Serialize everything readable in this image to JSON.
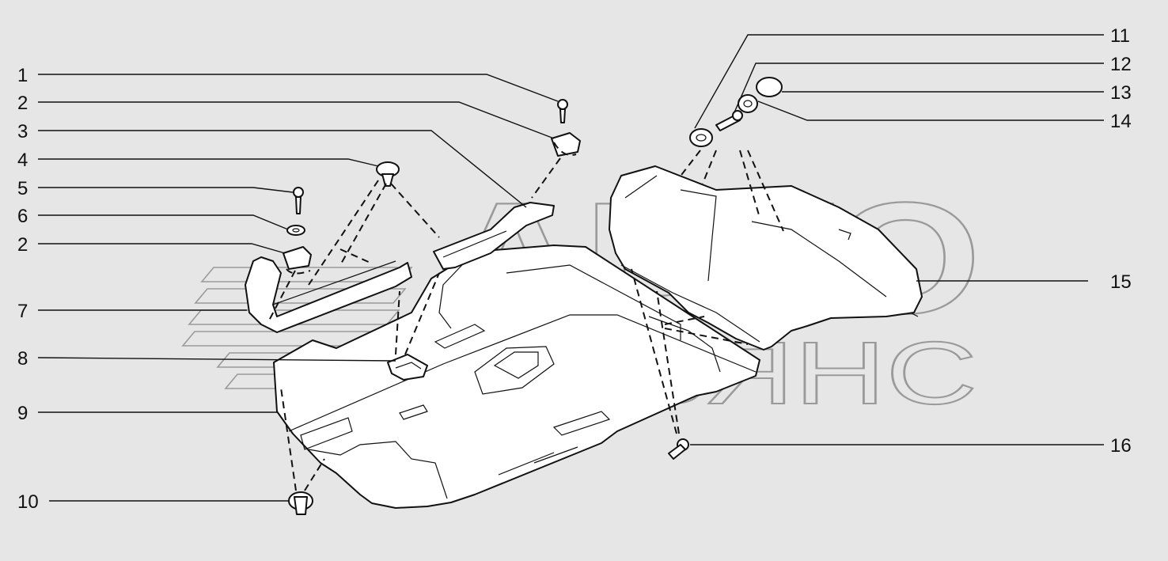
{
  "watermark": {
    "line1": "АВТО",
    "line2": "АЛЬЯНС"
  },
  "callouts": [
    {
      "id": "c1",
      "label": "1"
    },
    {
      "id": "c2a",
      "label": "2"
    },
    {
      "id": "c3",
      "label": "3"
    },
    {
      "id": "c4",
      "label": "4"
    },
    {
      "id": "c5",
      "label": "5"
    },
    {
      "id": "c6",
      "label": "6"
    },
    {
      "id": "c2b",
      "label": "2"
    },
    {
      "id": "c7",
      "label": "7"
    },
    {
      "id": "c8",
      "label": "8"
    },
    {
      "id": "c9",
      "label": "9"
    },
    {
      "id": "c10",
      "label": "10"
    },
    {
      "id": "c11",
      "label": "11"
    },
    {
      "id": "c12",
      "label": "12"
    },
    {
      "id": "c13",
      "label": "13"
    },
    {
      "id": "c14",
      "label": "14"
    },
    {
      "id": "c15",
      "label": "15"
    },
    {
      "id": "c16",
      "label": "16"
    }
  ],
  "colors": {
    "background": "#e6e6e6",
    "line": "#111111",
    "part_fill": "#ffffff",
    "watermark": "#9a9a9a"
  }
}
